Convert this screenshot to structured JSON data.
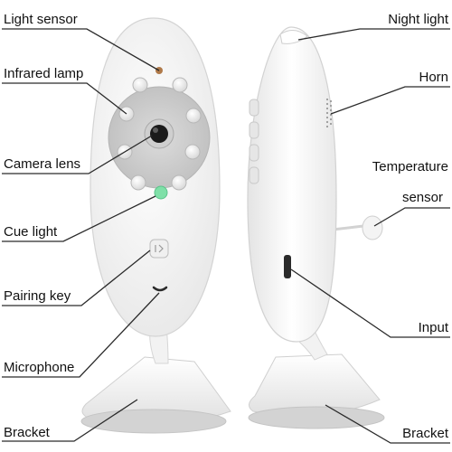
{
  "labels": {
    "light_sensor": "Light sensor",
    "infrared_lamp": "Infrared lamp",
    "camera_lens": "Camera lens",
    "cue_light": "Cue light",
    "pairing_key": "Pairing key",
    "microphone": "Microphone",
    "bracket_left": "Bracket",
    "night_light": "Night light",
    "horn": "Horn",
    "temperature_line1": "Temperature",
    "temperature_line2": "sensor",
    "input": "Input",
    "bracket_right": "Bracket"
  },
  "colors": {
    "body": "#f6f6f6",
    "outline": "#d4d4d4",
    "face_ring": "#c8c8c8",
    "led": "#e2e2e2",
    "lens": "#1a1a1a",
    "cue_light": "#7fe0a8",
    "light_sensor": "#b07a4a",
    "line": "#2a2a2a"
  }
}
